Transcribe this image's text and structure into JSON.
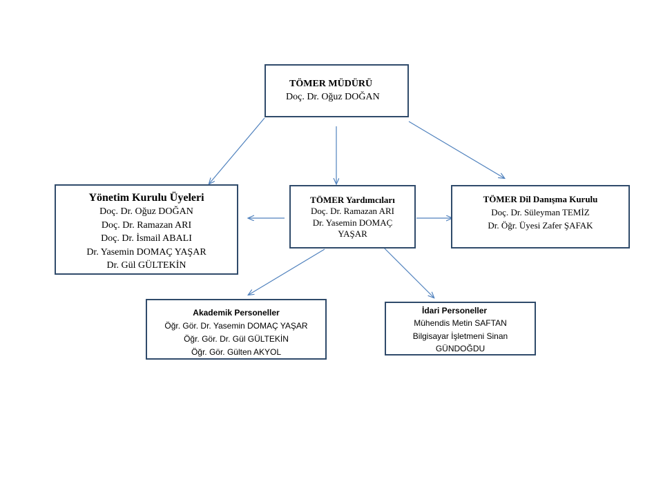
{
  "colors": {
    "box_border": "#2f4a6a",
    "arrow": "#4f81bd",
    "background": "#ffffff"
  },
  "director": {
    "title": "TÖMER MÜDÜRÜ",
    "name": "Doç. Dr. Oğuz DOĞAN"
  },
  "board": {
    "title": "Yönetim Kurulu Üyeleri",
    "members": [
      "Doç. Dr. Oğuz DOĞAN",
      "Doç. Dr. Ramazan  ARI",
      "Doç. Dr. İsmail  ABALI",
      "Dr. Yasemin  DOMAÇ YAŞAR",
      "Dr. Gül  GÜLTEKİN"
    ]
  },
  "assistants": {
    "title": "TÖMER Yardımcıları",
    "members": [
      "Doç. Dr. Ramazan ARI",
      "Dr. Yasemin DOMAÇ YAŞAR"
    ]
  },
  "language_board": {
    "title": "TÖMER Dil Danışma Kurulu",
    "members": [
      "Doç. Dr. Süleyman  TEMİZ",
      "Dr. Öğr. Üyesi Zafer  ŞAFAK"
    ]
  },
  "academic_staff": {
    "title": "Akademik Personeller",
    "members": [
      "Öğr. Gör. Dr. Yasemin DOMAÇ YAŞAR",
      "Öğr. Gör. Dr. Gül GÜLTEKİN",
      "Öğr. Gör. Gülten AKYOL"
    ]
  },
  "admin_staff": {
    "title": "İdari Personeller",
    "members": [
      "Mühendis  Metin SAFTAN",
      "Bilgisayar İşletmeni Sinan GÜNDOĞDU"
    ]
  }
}
